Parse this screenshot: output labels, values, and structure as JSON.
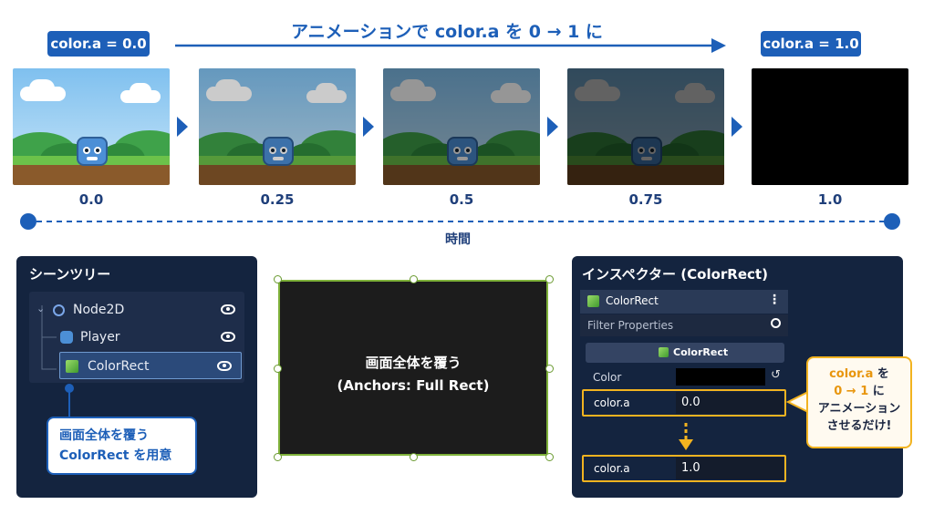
{
  "header": {
    "title": "アニメーションで color.a を 0 → 1 に",
    "start_badge": "color.a = 0.0",
    "end_badge": "color.a = 1.0"
  },
  "timeline": {
    "frames": [
      {
        "label": "0.0",
        "alpha": 0.0
      },
      {
        "label": "0.25",
        "alpha": 0.25
      },
      {
        "label": "0.5",
        "alpha": 0.5
      },
      {
        "label": "0.75",
        "alpha": 0.75
      },
      {
        "label": "1.0",
        "alpha": 1.0
      }
    ],
    "axis_label": "時間"
  },
  "scene_tree": {
    "title": "シーンツリー",
    "items": [
      {
        "label": "Node2D"
      },
      {
        "label": "Player"
      },
      {
        "label": "ColorRect"
      }
    ],
    "callout_line1": "画面全体を覆う",
    "callout_line2": "ColorRect を用意"
  },
  "center": {
    "line1": "画面全体を覆う",
    "line2": "(Anchors: Full Rect)"
  },
  "inspector": {
    "title": "インスペクター (ColorRect)",
    "node_name": "ColorRect",
    "filter_placeholder": "Filter Properties",
    "section": "ColorRect",
    "color_label": "Color",
    "prop_label": "color.a",
    "value_start": "0.0",
    "value_end": "1.0",
    "callout": {
      "l1a": "color.a",
      "l1b": " を",
      "l2a": "0 → 1",
      "l2b": " に",
      "l3": "アニメーション",
      "l4": "させるだけ!"
    }
  },
  "colors": {
    "accent": "#1d5fb8",
    "panel": "#14243f",
    "highlight": "#f2b320",
    "rect_border": "#7fb13a"
  }
}
